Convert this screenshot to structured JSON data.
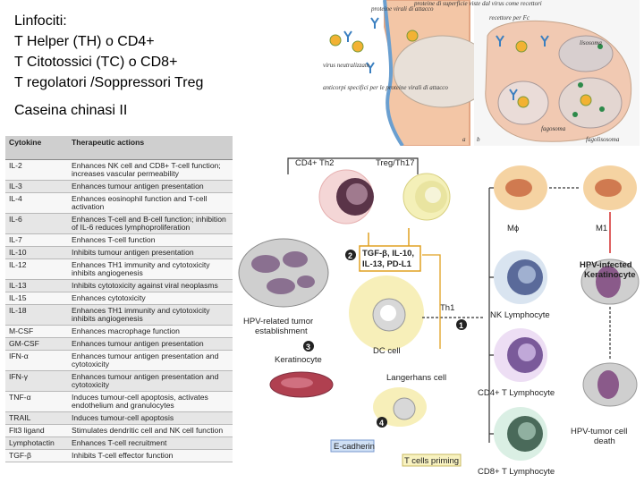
{
  "slide": {
    "title_lines": [
      "Linfociti:",
      "T Helper (TH) o CD4+",
      "T Citotossici (TC) o CD8+",
      "T regolatori /Soppressori Treg"
    ],
    "subtitle": "Caseina chinasi II"
  },
  "cytokine_table": {
    "headers": [
      "Cytokine",
      "Therapeutic actions"
    ],
    "rows": [
      [
        "IL-2",
        "Enhances NK cell and CD8+ T-cell function; increases vascular permeability"
      ],
      [
        "IL-3",
        "Enhances tumour antigen presentation"
      ],
      [
        "IL-4",
        "Enhances eosinophil function and T-cell activation"
      ],
      [
        "IL-6",
        "Enhances T-cell and B-cell function; inhibition of IL-6 reduces lymphoproliferation"
      ],
      [
        "IL-7",
        "Enhances T-cell function"
      ],
      [
        "IL-10",
        "Inhibits tumour antigen presentation"
      ],
      [
        "IL-12",
        "Enhances TH1 immunity and cytotoxicity inhibits angiogenesis"
      ],
      [
        "IL-13",
        "Inhibits cytotoxicity against viral neoplasms"
      ],
      [
        "IL-15",
        "Enhances cytotoxicity"
      ],
      [
        "IL-18",
        "Enhances TH1 immunity and cytotoxicity inhibits angiogenesis"
      ],
      [
        "M-CSF",
        "Enhances macrophage function"
      ],
      [
        "GM-CSF",
        "Enhances tumour antigen presentation"
      ],
      [
        "IFN-α",
        "Enhances tumour antigen presentation and cytotoxicity"
      ],
      [
        "IFN-γ",
        "Enhances tumour antigen presentation and cytotoxicity"
      ],
      [
        "TNF-α",
        "Induces tumour-cell apoptosis, activates endothelium and granulocytes"
      ],
      [
        "TRAIL",
        "Induces tumour-cell apoptosis"
      ],
      [
        "Flt3 ligand",
        "Stimulates dendritic cell and NK cell function"
      ],
      [
        "Lymphotactin",
        "Enhances T-cell recruitment"
      ],
      [
        "TGF-β",
        "Inhibits T-cell effector function"
      ]
    ]
  },
  "antibody_panel": {
    "labels": {
      "surface_proteins": "proteine di superficie viste dal virus come recettori",
      "viral_proteins": "proteine virali di attacco",
      "virus_neutralized": "virus neutralizzato",
      "specific_antibodies": "anticorpi specifici per le proteine virali di attacco",
      "fc_receptor": "recettore per Fc",
      "lysosome": "lisosoma",
      "phagosome": "fagosoma",
      "phagolysosome": "fagolisosoma",
      "panel_a": "a",
      "panel_b": "b"
    }
  },
  "immune_diagram": {
    "labels": {
      "cd4_th2": "CD4+ Th2",
      "treg_th17": "Treg/Th17",
      "mphi": "Mϕ",
      "m1": "M1",
      "cytokines_line1": "TGF-β, IL-10,",
      "cytokines_line2": "IL-13, PD-L1",
      "hpv_infected_1": "HPV-infected",
      "hpv_infected_2": "Keratinocyte",
      "hpv_tumor_1": "HPV-related tumor",
      "hpv_tumor_2": "establishment",
      "th1": "Th1",
      "nk_lymphocyte": "NK Lymphocyte",
      "keratinocyte": "Keratinocyte",
      "dc_cell": "DC cell",
      "langerhans": "Langerhans cell",
      "cd4_t": "CD4+ T Lymphocyte",
      "ecadherin": "E-cadherin",
      "hpv_death_1": "HPV-tumor cell",
      "hpv_death_2": "death",
      "t_priming": "T cells priming",
      "cd8_t": "CD8+ T Lymphocyte",
      "step1": "1",
      "step2": "2",
      "step3": "3",
      "step4": "4"
    }
  }
}
